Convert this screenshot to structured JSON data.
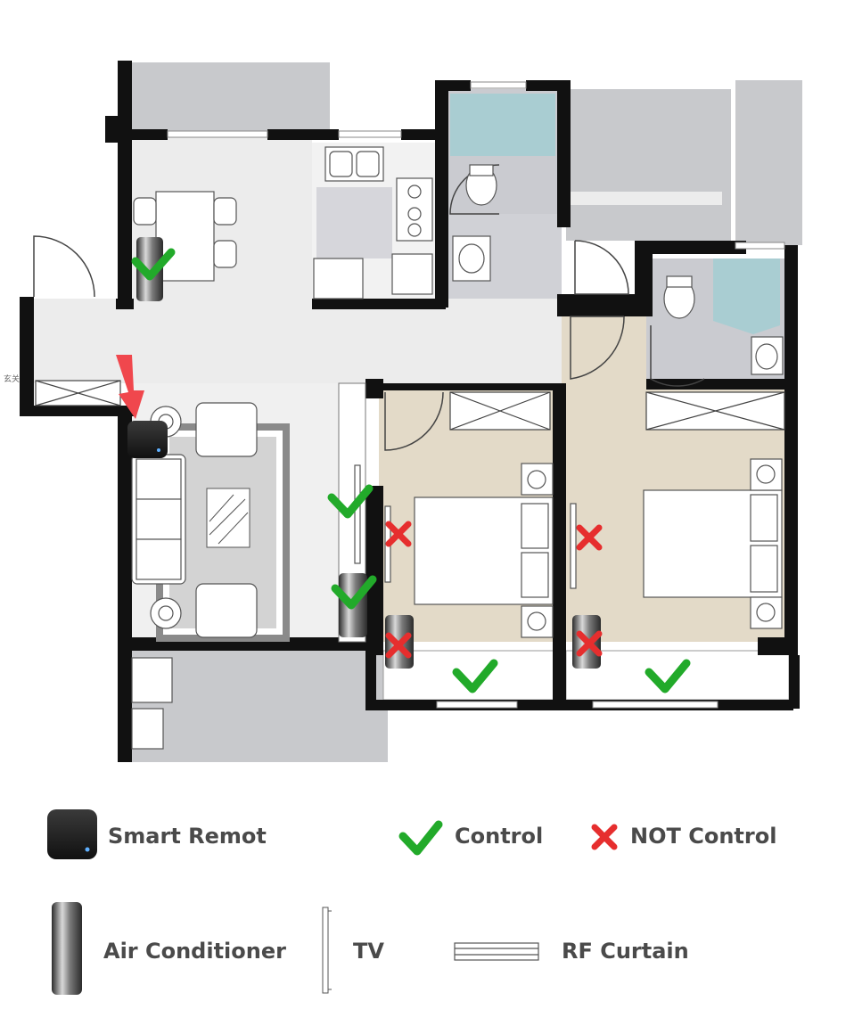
{
  "floor_plan": {
    "entrance_label": "玄关",
    "colors": {
      "wall": "#111111",
      "balcony": "#c8c9cc",
      "kitchen_floor": "#d9d9de",
      "bath_floor": "#c6c7cc",
      "hall_floor": "#ededed",
      "bedroom_floor": "#e3dac8",
      "shower": "#a9cdd2",
      "check": "#22aa2a",
      "cross": "#e62e2e",
      "arrow": "#f0474d"
    }
  },
  "legend": {
    "smart_remote": "Smart Remot",
    "control": "Control",
    "not_control": "NOT Control",
    "air_conditioner": "Air Conditioner",
    "tv": "TV",
    "rf_curtain": "RF Curtain"
  }
}
